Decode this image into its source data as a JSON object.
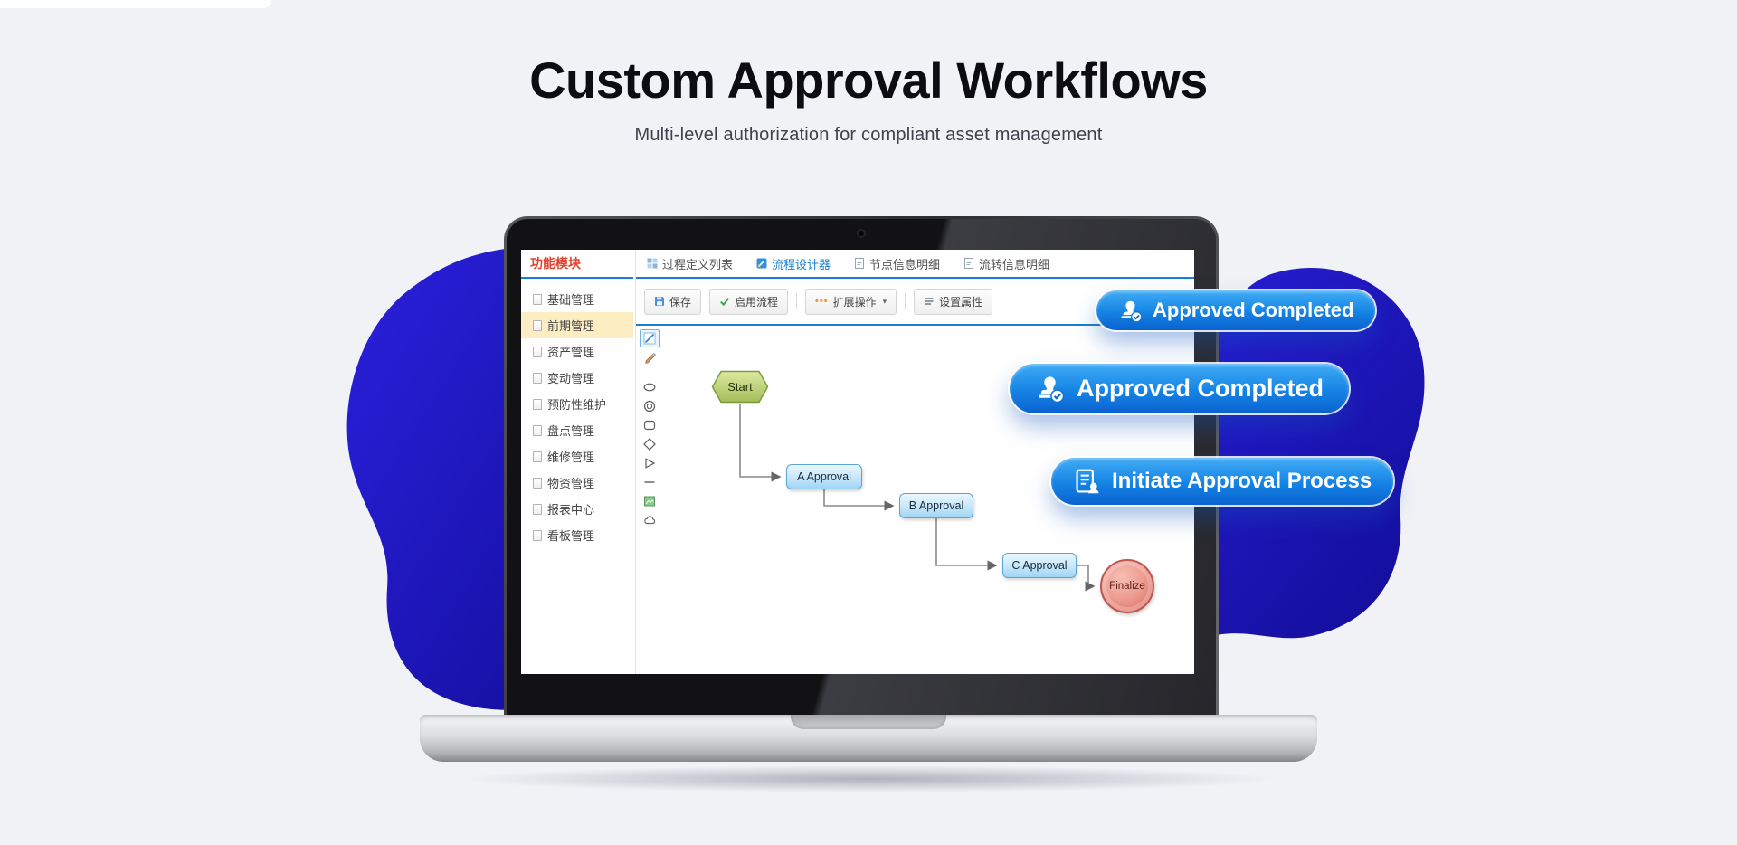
{
  "hero": {
    "title": "Custom Approval Workflows",
    "subtitle": "Multi-level authorization for compliant asset management"
  },
  "app": {
    "sidebar": {
      "header": "功能模块",
      "items": [
        {
          "label": "基础管理"
        },
        {
          "label": "前期管理"
        },
        {
          "label": "资产管理"
        },
        {
          "label": "变动管理"
        },
        {
          "label": "预防性维护"
        },
        {
          "label": "盘点管理"
        },
        {
          "label": "维修管理"
        },
        {
          "label": "物资管理"
        },
        {
          "label": "报表中心"
        },
        {
          "label": "看板管理"
        }
      ],
      "active_item": "前期管理"
    },
    "tabs": [
      {
        "label": "过程定义列表"
      },
      {
        "label": "流程设计器"
      },
      {
        "label": "节点信息明细"
      },
      {
        "label": "流转信息明细"
      }
    ],
    "active_tab": "流程设计器",
    "toolbar": {
      "save_label": "保存",
      "enable_label": "启用流程",
      "extend_label": "扩展操作",
      "extend_dots": "•••",
      "extend_caret": "▾",
      "properties_label": "设置属性"
    },
    "palette_tools": [
      "select-tool",
      "pencil-tool",
      "ellipse-shape",
      "ring-shape",
      "rounded-rect-shape",
      "diamond-shape",
      "triangle-shape",
      "line-shape",
      "image-shape",
      "cloud-shape"
    ],
    "workflow": {
      "nodes": [
        {
          "id": "start",
          "type": "start",
          "label": "Start"
        },
        {
          "id": "a",
          "type": "task",
          "label": "A Approval"
        },
        {
          "id": "b",
          "type": "task",
          "label": "B Approval"
        },
        {
          "id": "c",
          "type": "task",
          "label": "C Approval"
        },
        {
          "id": "finalize",
          "type": "end",
          "label": "Finalize"
        }
      ],
      "connections": [
        {
          "from": "start",
          "to": "a"
        },
        {
          "from": "a",
          "to": "b"
        },
        {
          "from": "b",
          "to": "c"
        },
        {
          "from": "c",
          "to": "finalize"
        }
      ]
    }
  },
  "badges": [
    {
      "label": "Approved Completed",
      "icon": "approval-stamp-icon"
    },
    {
      "label": "Approved Completed",
      "icon": "approval-stamp-icon"
    },
    {
      "label": "Initiate Approval Process",
      "icon": "initiate-form-icon"
    }
  ],
  "colors": {
    "page_bg": "#f1f2f6",
    "accent_blue": "#1a7fd4",
    "badge_gradient_top": "#41acf6",
    "badge_gradient_bottom": "#0a62cf",
    "blob_blue_light": "#2920dd",
    "blob_blue_dark": "#120c96",
    "sidebar_header_text": "#e0442e",
    "sidebar_active_bg": "#fcedc3",
    "start_node_green": "#b6cc74",
    "task_node_blue": "#bfe3f8",
    "end_node_red": "#e89387"
  }
}
